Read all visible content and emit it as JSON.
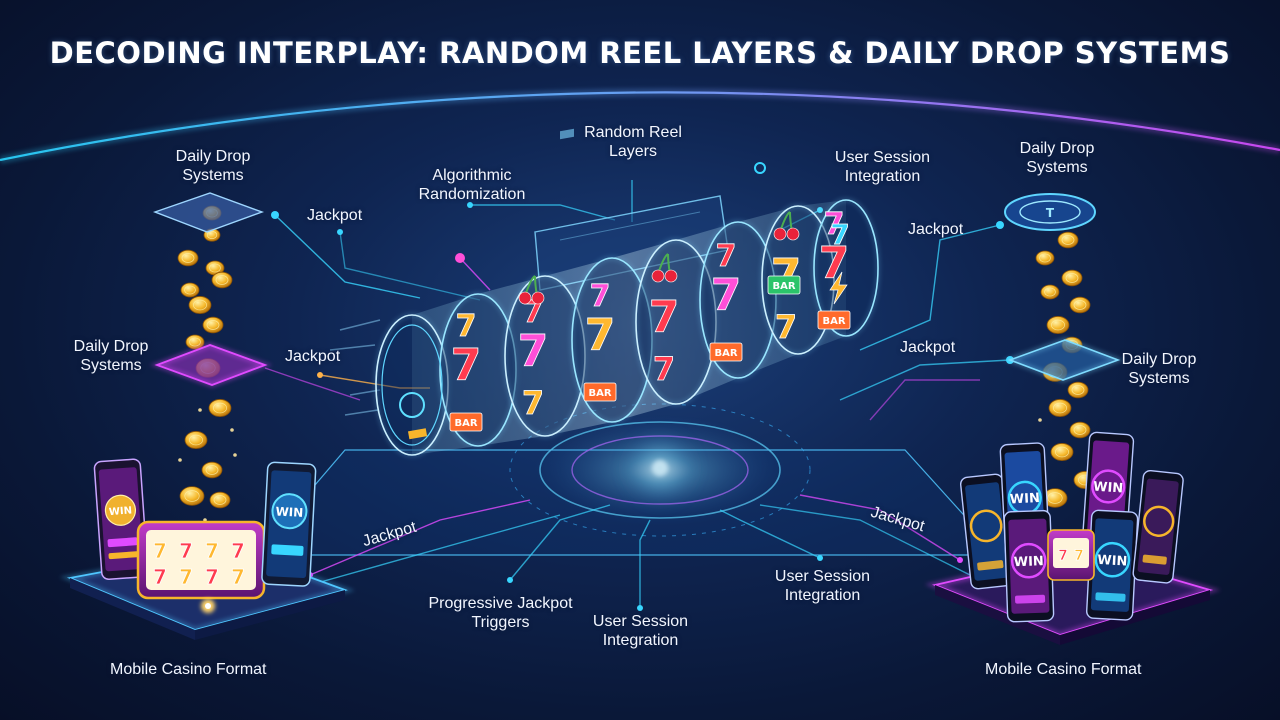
{
  "title": "DECODING INTERPLAY: RANDOM REEL LAYERS & DAILY DROP SYSTEMS",
  "labels": {
    "daily_drop": "Daily Drop Systems",
    "jackpot": "Jackpot",
    "algorithmic": "Algorithmic Randomization",
    "random_reel": "Random Reel Layers",
    "user_session": "User Session Integration",
    "progressive": "Progressive Jackpot Triggers",
    "mobile_format": "Mobile Casino Format",
    "win": "WIN"
  },
  "colors": {
    "cyan": "#38d6ff",
    "magenta": "#e04bff",
    "gold": "#f7b52b",
    "seven_red": "#ff3b4f",
    "seven_gold": "#ffb830",
    "seven_pink": "#ff4fd8",
    "panel_glass": "#8fd8ff"
  },
  "icons": [
    "cherry-icon",
    "seven-icon",
    "bar-icon",
    "lightning-icon",
    "coin-icon"
  ]
}
